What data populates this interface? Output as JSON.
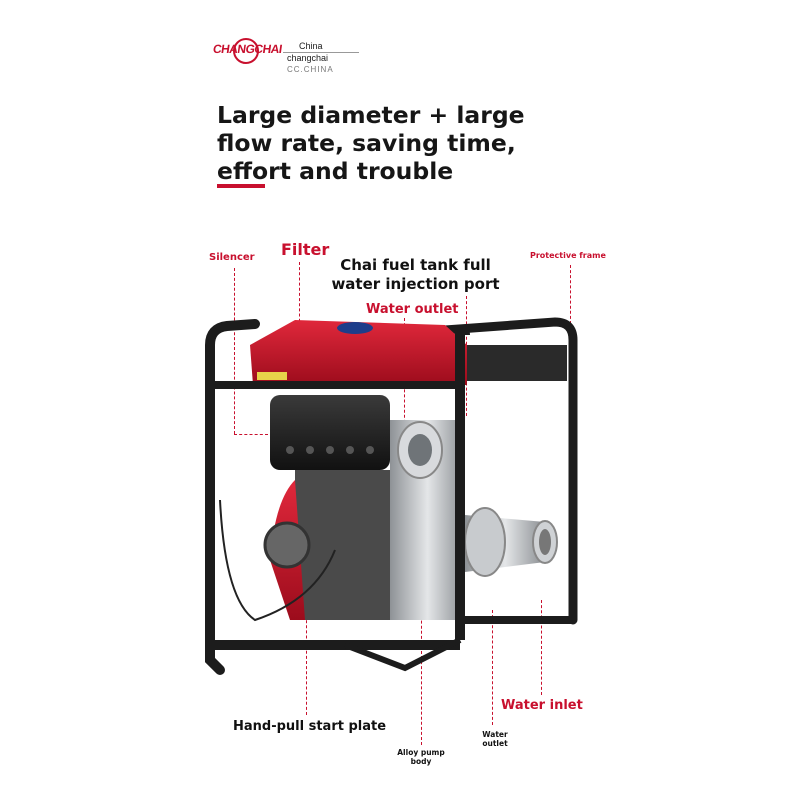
{
  "logo": {
    "brand": "CHANGCHAI",
    "line1": "China",
    "line2": "changchai",
    "line3": "CC.CHINA"
  },
  "headline": "Large diameter + large flow rate, saving time, effort and trouble",
  "labels": {
    "silencer": "Silencer",
    "filter": "Filter",
    "fuel_tank": "Chai fuel tank full water injection port",
    "water_outlet_top": "Water outlet",
    "protective_frame": "Protective frame",
    "hand_pull": "Hand-pull start plate",
    "water_inlet": "Water inlet",
    "alloy_pump": "Alloy pump body",
    "water_outlet_bottom": "Water outlet"
  },
  "colors": {
    "accent": "#c8102e",
    "frame": "#1c1c1c",
    "engine_red": "#d2152a",
    "metal": "#bfc3c7"
  }
}
